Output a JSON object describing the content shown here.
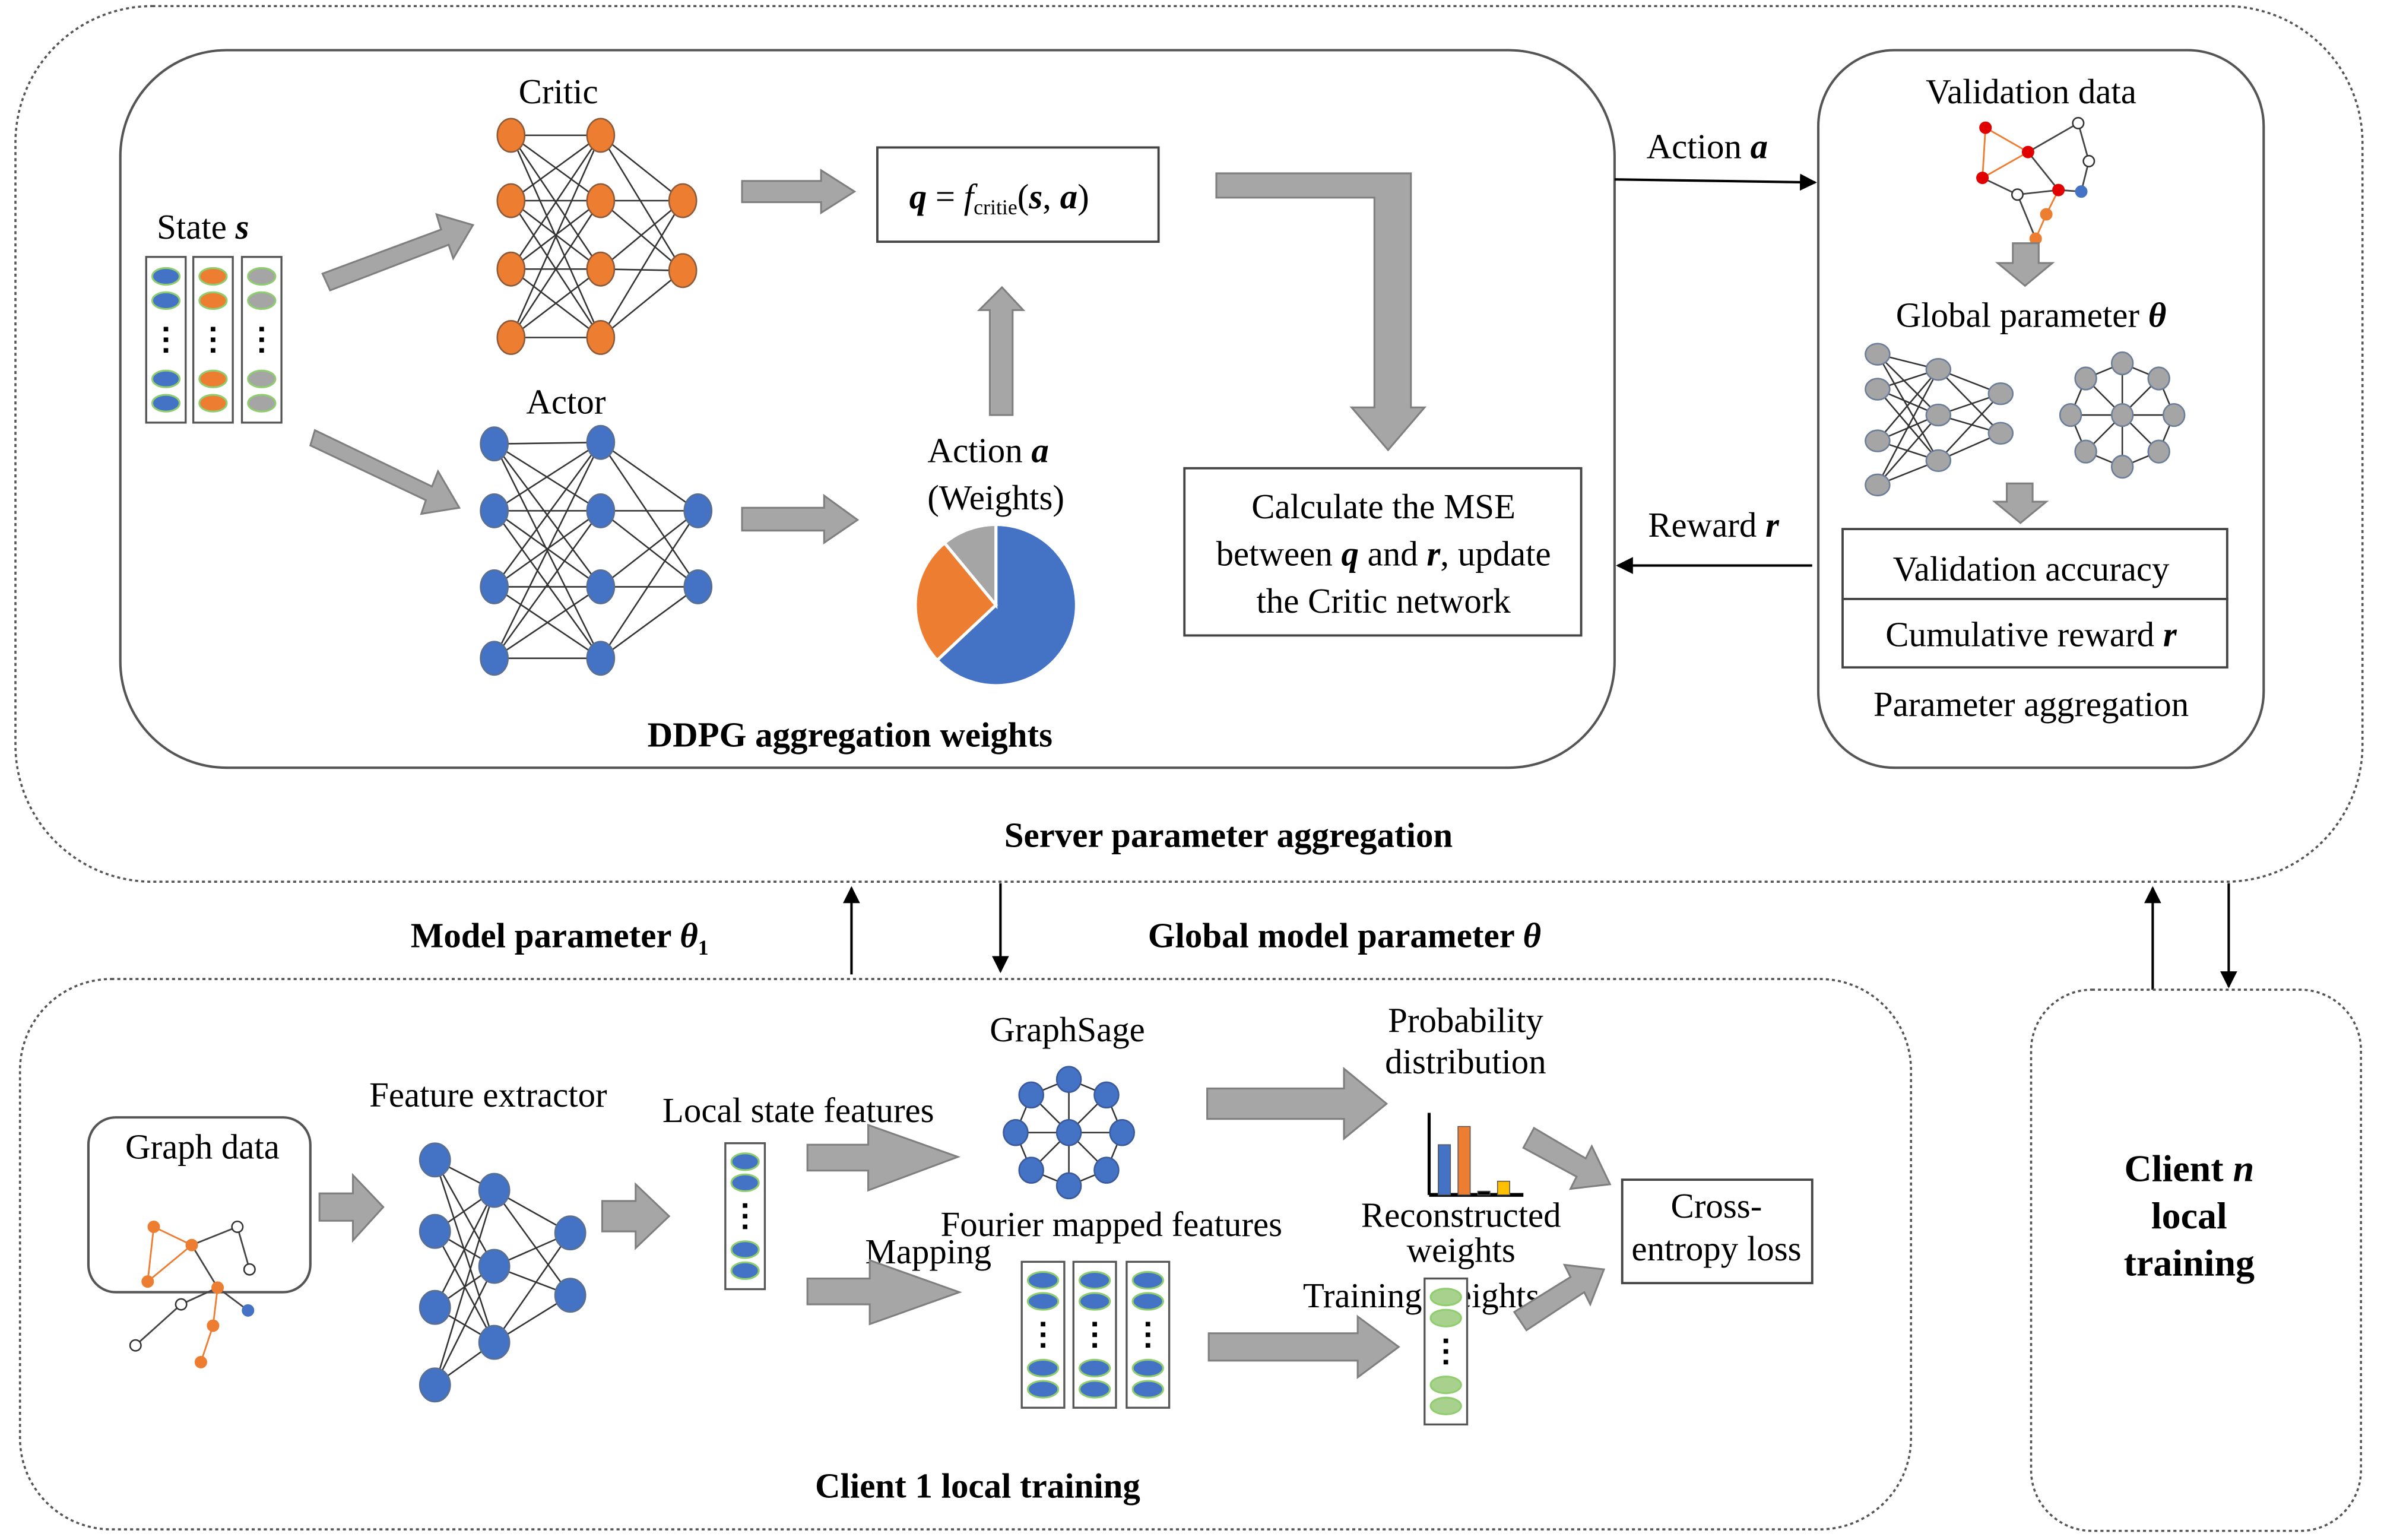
{
  "colors": {
    "blue": "#4472c4",
    "orange": "#ed7d31",
    "gray": "#a5a5a5",
    "green": "#a9d18e",
    "yellow": "#ffc000",
    "red": "#e00000",
    "arrow_fill": "#a6a6a6"
  },
  "server": {
    "title": "Server parameter aggregation",
    "ddpg": {
      "title": "DDPG aggregation weights",
      "state_label": "State ",
      "state_var": "s",
      "critic_label": "Critic",
      "actor_label": "Actor",
      "q_formula": {
        "lhs": "q",
        "eq": " = ",
        "f": "f",
        "sub": "critie",
        "open": "(",
        "s": "s",
        "comma": ", ",
        "a": "a",
        "close": ")"
      },
      "action_label": "Action ",
      "action_var": "a",
      "weights_label": "(Weights)",
      "mse_box": {
        "line1": "Calculate the MSE",
        "line2_pre": "between ",
        "line2_q": "q",
        "line2_mid": " and ",
        "line2_r": "r",
        "line2_post": ", update",
        "line3": "the Critic network"
      },
      "pie_weights": [
        0.63,
        0.26,
        0.11
      ]
    },
    "action_arrow": {
      "label": "Action ",
      "var": "a"
    },
    "reward_arrow": {
      "label": "Reward ",
      "var": "r"
    },
    "aggregation": {
      "title": "Parameter aggregation",
      "validation_data_label": "Validation data",
      "global_param_label": "Global parameter ",
      "global_param_var": "θ",
      "validation_accuracy": "Validation accuracy",
      "cumulative_reward_label": "Cumulative reward ",
      "cumulative_reward_var": "r"
    }
  },
  "links": {
    "model_param_label": "Model parameter ",
    "model_param_var": "θ",
    "model_param_sub": "1",
    "global_model_param_label": "Global model parameter ",
    "global_model_param_var": "θ"
  },
  "client1": {
    "title": "Client 1 local training",
    "graph_data": "Graph data",
    "feature_extractor": "Feature extractor",
    "local_state_features": "Local state features",
    "graphsage": "GraphSage",
    "mapping": "Mapping",
    "fourier_features": "Fourier mapped features",
    "probability_line1": "Probability",
    "probability_line2": "distribution",
    "reconstructed_line1": "Reconstructed",
    "reconstructed_line2": "weights",
    "training_weights": "Training weights",
    "cross_entropy_line1": "Cross-",
    "cross_entropy_line2": "entropy loss",
    "prob_bars": [
      0.55,
      0.75,
      0.04,
      0.15
    ]
  },
  "clientn": {
    "line1_pre": "Client ",
    "line1_var": "n",
    "line2": "local",
    "line3": "training"
  }
}
